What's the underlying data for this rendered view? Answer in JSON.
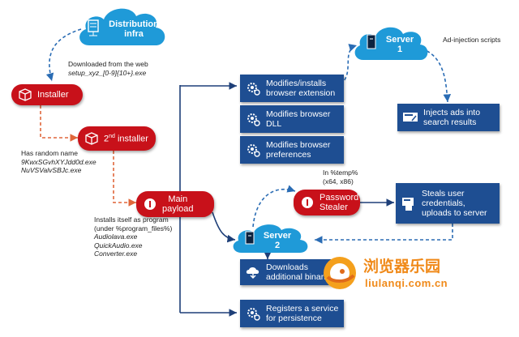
{
  "nodes": {
    "distribution": {
      "line1": "Distribution",
      "line2": "infra"
    },
    "server1": {
      "line1": "Server",
      "line2": "1"
    },
    "server2": {
      "line1": "Server",
      "line2": "2"
    },
    "installer": "Installer",
    "second_installer": {
      "main": "2",
      "sup": "nd",
      "rest": " installer"
    },
    "main_payload": {
      "line1": "Main",
      "line2": "payload"
    },
    "password_stealer": {
      "line1": "Password",
      "line2": "Stealer"
    },
    "modifies_extension": {
      "line1": "Modifies/installs",
      "line2": "browser extension"
    },
    "modifies_dll": {
      "line1": "Modifies browser",
      "line2": "DLL"
    },
    "modifies_prefs": {
      "line1": "Modifies browser",
      "line2": "preferences"
    },
    "injects_ads": {
      "line1": "Injects ads into",
      "line2": "search results"
    },
    "steals_creds": {
      "line1": "Steals user",
      "line2": "credentials,",
      "line3": "uploads to server"
    },
    "downloads_binaries": {
      "line1": "Downloads",
      "line2": "additional binaries"
    },
    "registers_service": {
      "line1": "Registers a service",
      "line2": "for persistence"
    }
  },
  "notes": {
    "downloaded": {
      "text": "Downloaded from the web",
      "file": "setup_xyz_[0-9]{10+}.exe"
    },
    "random_name": {
      "text": "Has random name",
      "file1": "9KwxSGvhXYJdd0d.exe",
      "file2": "NuVSValvSBJc.exe"
    },
    "installs_program": {
      "line1": "Installs itself as program",
      "line2": "(under %program_files%)",
      "file1": "Audiolava.exe",
      "file2": "QuickAudio.exe",
      "file3": "Converter.exe"
    },
    "temp": {
      "line1": "In %temp%",
      "line2": "(x64, x86)"
    },
    "ad_injection": "Ad-injection scripts"
  },
  "watermark": {
    "title": "浏览器乐园",
    "url": "liulanqi.com.cn"
  },
  "colors": {
    "cloud": "#1f9ad8",
    "red": "#c8111a",
    "blue": "#1e4e92",
    "dashed_blue": "#2a6cb4",
    "dashed_orange": "#e0673b",
    "arrow_dark": "#1e3f78"
  },
  "icons": {
    "cloud_server": "server-icon",
    "installer": "box-icon",
    "payload": "circle-icon",
    "bluebox": "gear-icon",
    "ads": "monitor-icon",
    "creds": "hand-icon",
    "download": "cloud-download-icon"
  }
}
